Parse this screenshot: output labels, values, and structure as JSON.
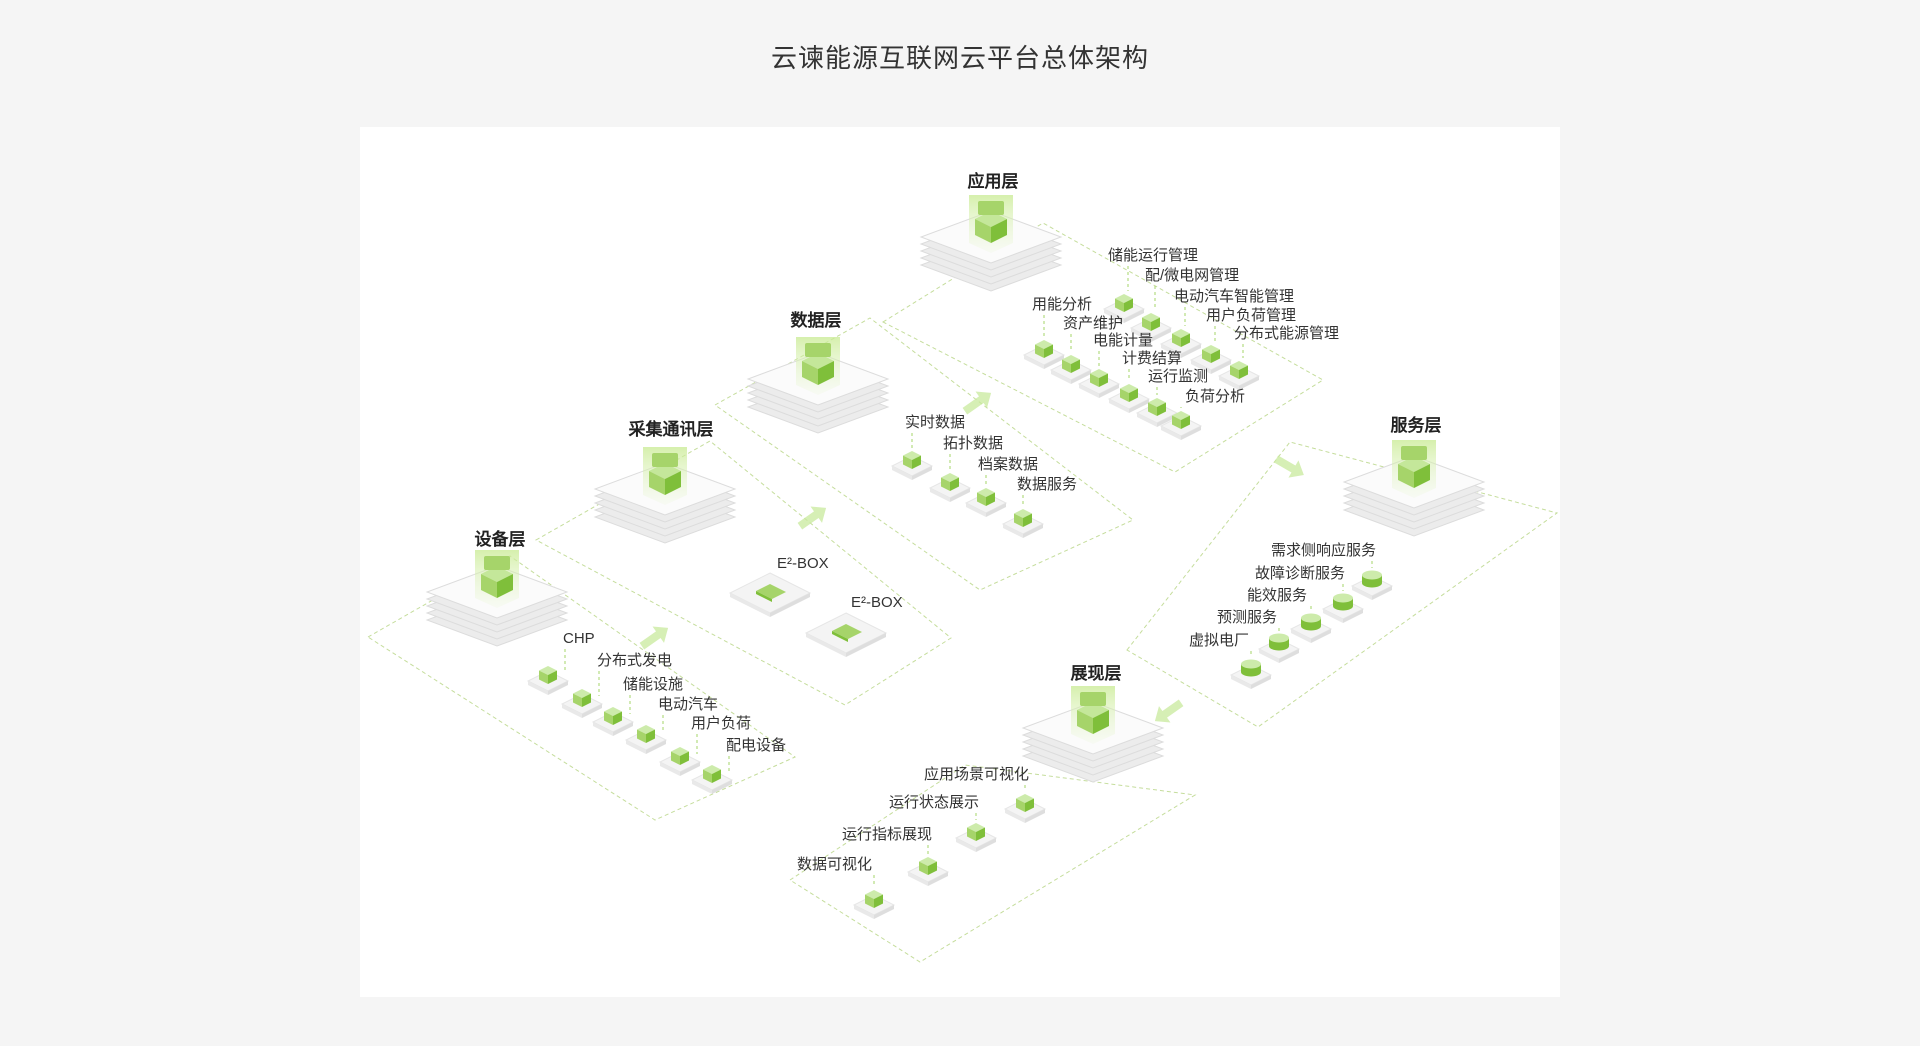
{
  "title": "云谏能源互联网云平台总体架构",
  "colors": {
    "accent": "#a6d46a",
    "accent_dark": "#7fbf3a",
    "accent_light": "#d5edb5",
    "guide": "#c5dd9c",
    "slab": "#eeeeee"
  },
  "layers": {
    "device": {
      "title": "设备层",
      "items": [
        "CHP",
        "分布式发电",
        "储能设施",
        "电动汽车",
        "用户负荷",
        "配电设备"
      ]
    },
    "comm": {
      "title": "采集通讯层",
      "items": [
        "E²-BOX",
        "E²-BOX"
      ]
    },
    "data": {
      "title": "数据层",
      "items": [
        "实时数据",
        "拓扑数据",
        "档案数据",
        "数据服务"
      ]
    },
    "app": {
      "title": "应用层",
      "items": [
        "用能分析",
        "资产维护",
        "电能计量",
        "计费结算",
        "运行监测",
        "负荷分析",
        "储能运行管理",
        "配/微电网管理",
        "电动汽车智能管理",
        "用户负荷管理",
        "分布式能源管理"
      ]
    },
    "service": {
      "title": "服务层",
      "items": [
        "需求侧响应服务",
        "故障诊断服务",
        "能效服务",
        "预测服务",
        "虚拟电厂"
      ]
    },
    "display": {
      "title": "展现层",
      "items": [
        "应用场景可视化",
        "运行状态展示",
        "运行指标展现",
        "数据可视化"
      ]
    }
  }
}
